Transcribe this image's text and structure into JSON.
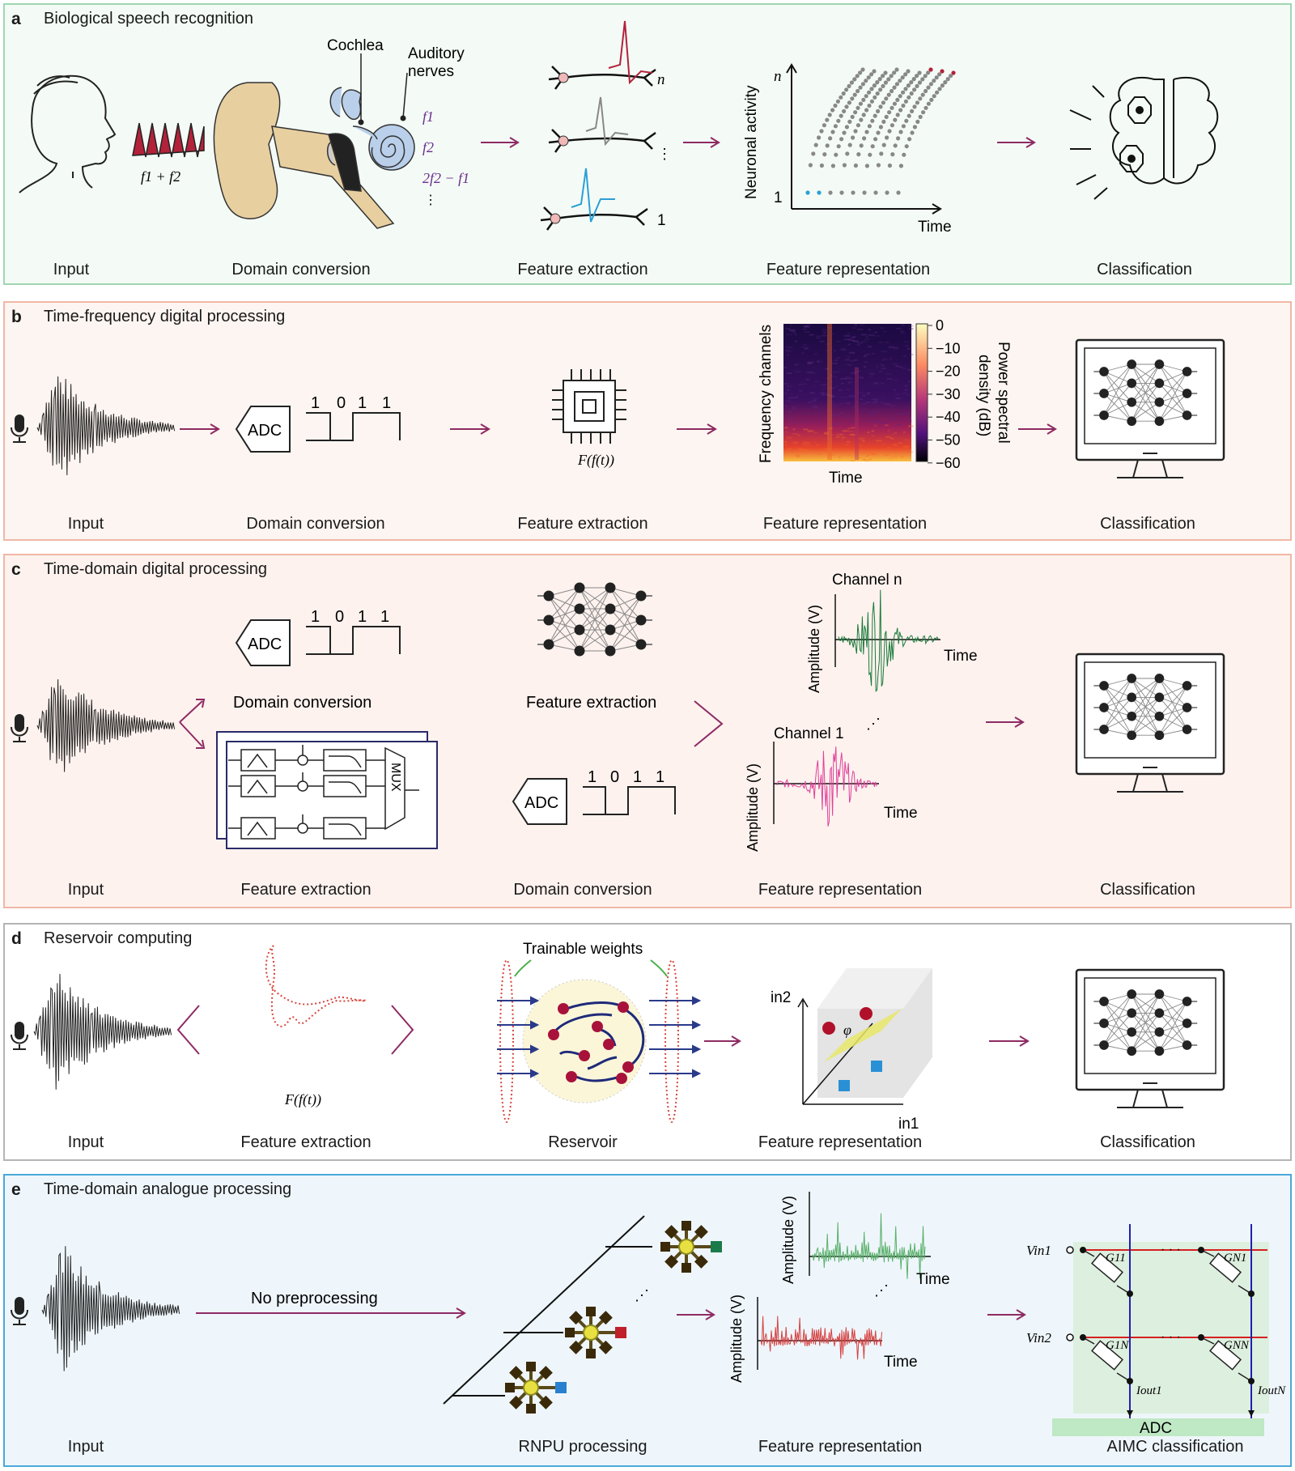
{
  "colors": {
    "arrow": "#8e2a63",
    "panel_a": "#9fd6b2",
    "panel_b": "#f0b8a6",
    "panel_c": "#f0b8a6",
    "panel_d": "#b5b5b5",
    "panel_e": "#4aa8d8"
  },
  "panel_a": {
    "label": "a",
    "title": "Biological speech recognition",
    "captions": [
      "Input",
      "Domain conversion",
      "Feature extraction",
      "Feature representation",
      "Classification"
    ],
    "signal_label": "f1 + f2",
    "cochlea": "Cochlea",
    "auditory_line1": "Auditory",
    "auditory_line2": "nerves",
    "freq_labels": [
      "f1",
      "f2",
      "2f2 − f1"
    ],
    "neuron_labels": [
      "n",
      "1"
    ],
    "raster_ylabel": "Neuronal activity",
    "raster_xlabel": "Time",
    "raster_yticks": [
      "n",
      "1"
    ]
  },
  "panel_b": {
    "label": "b",
    "title": "Time-frequency digital processing",
    "captions": [
      "Input",
      "Domain conversion",
      "Feature extraction",
      "Feature representation",
      "Classification"
    ],
    "adc": "ADC",
    "bits": [
      "1",
      "0",
      "1",
      "1"
    ],
    "function": "F(f(t))",
    "spectro_ylabel": "Frequency channels",
    "spectro_xlabel": "Time",
    "colorbar_label_line1": "Power spectral",
    "colorbar_label_line2": "density (dB)",
    "colorbar_ticks": [
      "0",
      "−10",
      "−20",
      "−30",
      "−40",
      "−50",
      "−60"
    ]
  },
  "panel_c": {
    "label": "c",
    "title": "Time-domain digital processing",
    "captions": [
      "Input",
      "Feature extraction",
      "Domain conversion",
      "Feature representation",
      "Classification"
    ],
    "top_domain_caption": "Domain conversion",
    "top_feature_caption": "Feature extraction",
    "adc": "ADC",
    "bits": [
      "1",
      "0",
      "1",
      "1"
    ],
    "mux": "MUX",
    "channel_n": "Channel n",
    "channel_1": "Channel 1",
    "amp_label": "Amplitude (V)",
    "time_label": "Time"
  },
  "panel_d": {
    "label": "d",
    "title": "Reservoir computing",
    "captions": [
      "Input",
      "Feature extraction",
      "Reservoir",
      "Feature representation",
      "Classification"
    ],
    "trainable": "Trainable weights",
    "function": "F(f(t))",
    "in1": "in1",
    "in2": "in2",
    "phi": "φ"
  },
  "panel_e": {
    "label": "e",
    "title": "Time-domain analogue processing",
    "captions": [
      "Input",
      "RNPU processing",
      "Feature representation",
      "AIMC classification"
    ],
    "no_preproc": "No preprocessing",
    "amp_label": "Amplitude (V)",
    "time_label": "Time",
    "vin1": "Vin1",
    "vin2": "Vin2",
    "g11": "G11",
    "gn1": "GN1",
    "g1n": "G1N",
    "gnn": "GNN",
    "iout1": "Iout1",
    "ioutn": "IoutN",
    "adc": "ADC"
  }
}
